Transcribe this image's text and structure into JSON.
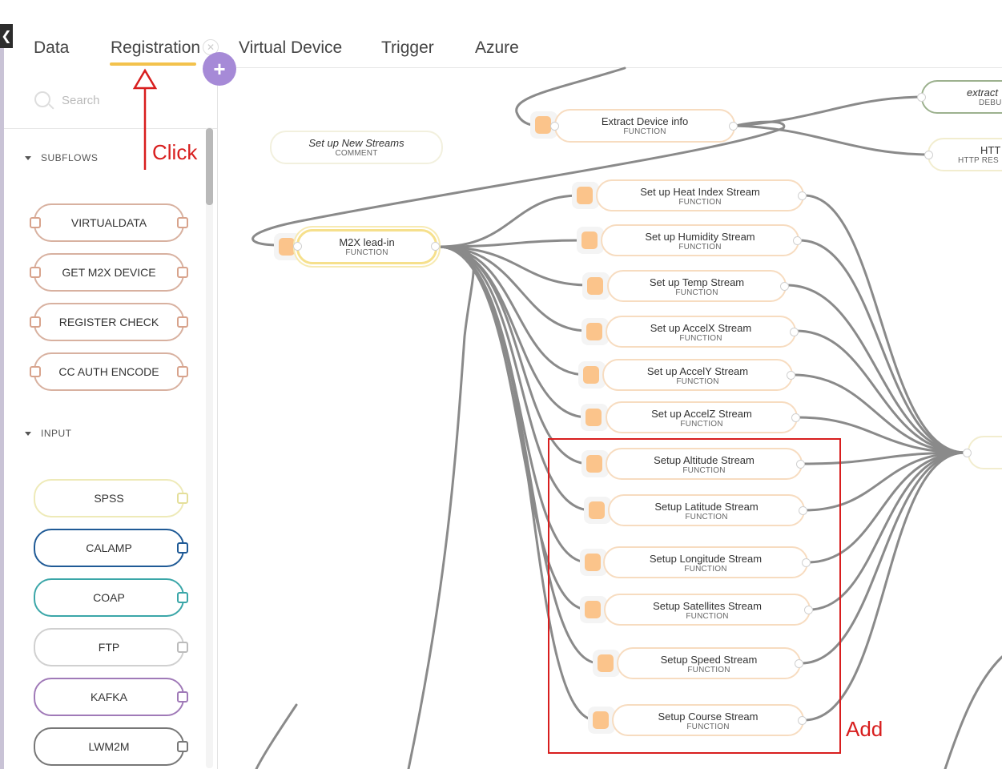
{
  "tabs": [
    {
      "label": "Data"
    },
    {
      "label": "Registration"
    },
    {
      "label": "Virtual Device"
    },
    {
      "label": "Trigger"
    },
    {
      "label": "Azure"
    }
  ],
  "active_tab": "Registration",
  "add_tab_glyph": "+",
  "collapse_glyph": "❮",
  "palette": {
    "search_placeholder": "Search",
    "sections": [
      {
        "label": "SUBFLOWS",
        "items": [
          "VIRTUALDATA",
          "GET M2X DEVICE",
          "REGISTER CHECK",
          "CC AUTH ENCODE"
        ]
      },
      {
        "label": "INPUT",
        "items": [
          "SPSS",
          "CALAMP",
          "COAP",
          "FTP",
          "KAFKA",
          "LWM2M"
        ]
      }
    ]
  },
  "flow": {
    "comment": {
      "label": "Set up New Streams",
      "type": "COMMENT"
    },
    "lead_in": {
      "label": "M2X lead-in",
      "type": "FUNCTION"
    },
    "extract": {
      "label": "Extract Device info",
      "type": "FUNCTION"
    },
    "debug": {
      "label": "extract",
      "type": "DEBU"
    },
    "http": {
      "label": "HTT",
      "type": "HTTP RES"
    },
    "streams": [
      {
        "label": "Set up Heat Index Stream",
        "type": "FUNCTION"
      },
      {
        "label": "Set up Humidity Stream",
        "type": "FUNCTION"
      },
      {
        "label": "Set up Temp Stream",
        "type": "FUNCTION"
      },
      {
        "label": "Set up AccelX Stream",
        "type": "FUNCTION"
      },
      {
        "label": "Set up AccelY Stream",
        "type": "FUNCTION"
      },
      {
        "label": "Set up AccelZ Stream",
        "type": "FUNCTION"
      },
      {
        "label": "Setup Altitude Stream",
        "type": "FUNCTION"
      },
      {
        "label": "Setup Latitude Stream",
        "type": "FUNCTION"
      },
      {
        "label": "Setup Longitude Stream",
        "type": "FUNCTION"
      },
      {
        "label": "Setup Satellites Stream",
        "type": "FUNCTION"
      },
      {
        "label": "Setup Speed Stream",
        "type": "FUNCTION"
      },
      {
        "label": "Setup Course Stream",
        "type": "FUNCTION"
      }
    ]
  },
  "annotations": {
    "click": "Click",
    "add": "Add"
  },
  "colors": {
    "accent_tab": "#f3c24c",
    "add_tab": "#a68ad7",
    "annotation": "#d81e1e",
    "function_icon": "#fbc48b",
    "wire": "#8a8a8a"
  }
}
